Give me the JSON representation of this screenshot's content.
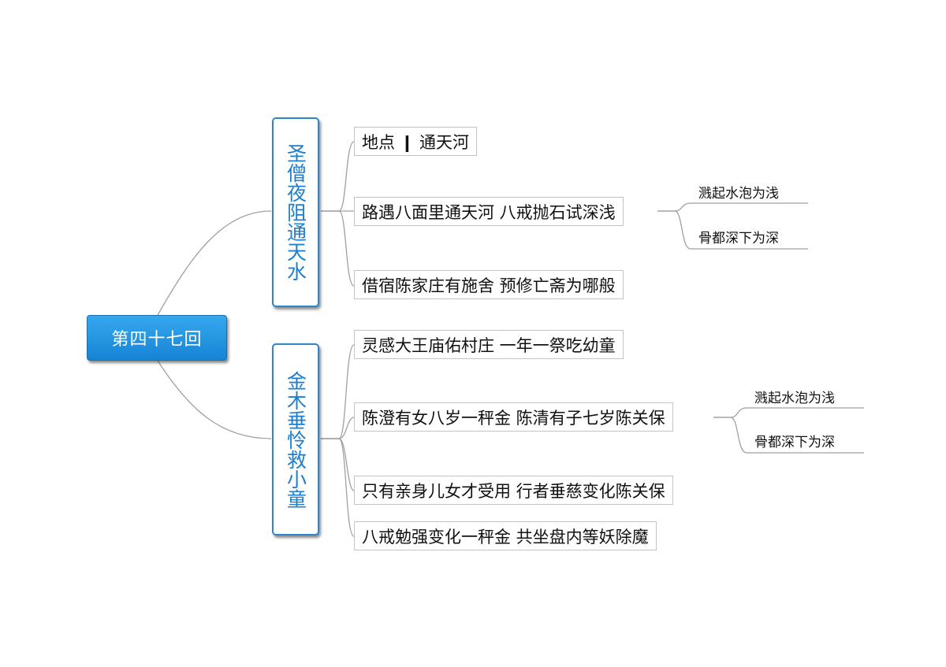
{
  "root": {
    "label": "第四十七回"
  },
  "branches": [
    {
      "label": "圣僧夜阻通天水",
      "items": [
        {
          "label": "地点 ❙ 通天河"
        },
        {
          "label": "路遇八面里通天河 八戒抛石试深浅",
          "sub": [
            "溅起水泡为浅",
            "骨都深下为深"
          ]
        },
        {
          "label": "借宿陈家庄有施舍 预修亡斋为哪般"
        }
      ]
    },
    {
      "label": "金木垂怜救小童",
      "items": [
        {
          "label": "灵感大王庙佑村庄 一年一祭吃幼童"
        },
        {
          "label": "陈澄有女八岁一秤金 陈清有子七岁陈关保",
          "sub": [
            "溅起水泡为浅",
            "骨都深下为深"
          ]
        },
        {
          "label": "只有亲身儿女才受用 行者垂慈变化陈关保"
        },
        {
          "label": "八戒勉强变化一秤金 共坐盘内等妖除魔"
        }
      ]
    }
  ],
  "colors": {
    "root_fill": "#1e8fe0",
    "branch_text": "#1d7fd0",
    "branch_border": "#2b87d3",
    "connector": "#9a9a9a"
  }
}
